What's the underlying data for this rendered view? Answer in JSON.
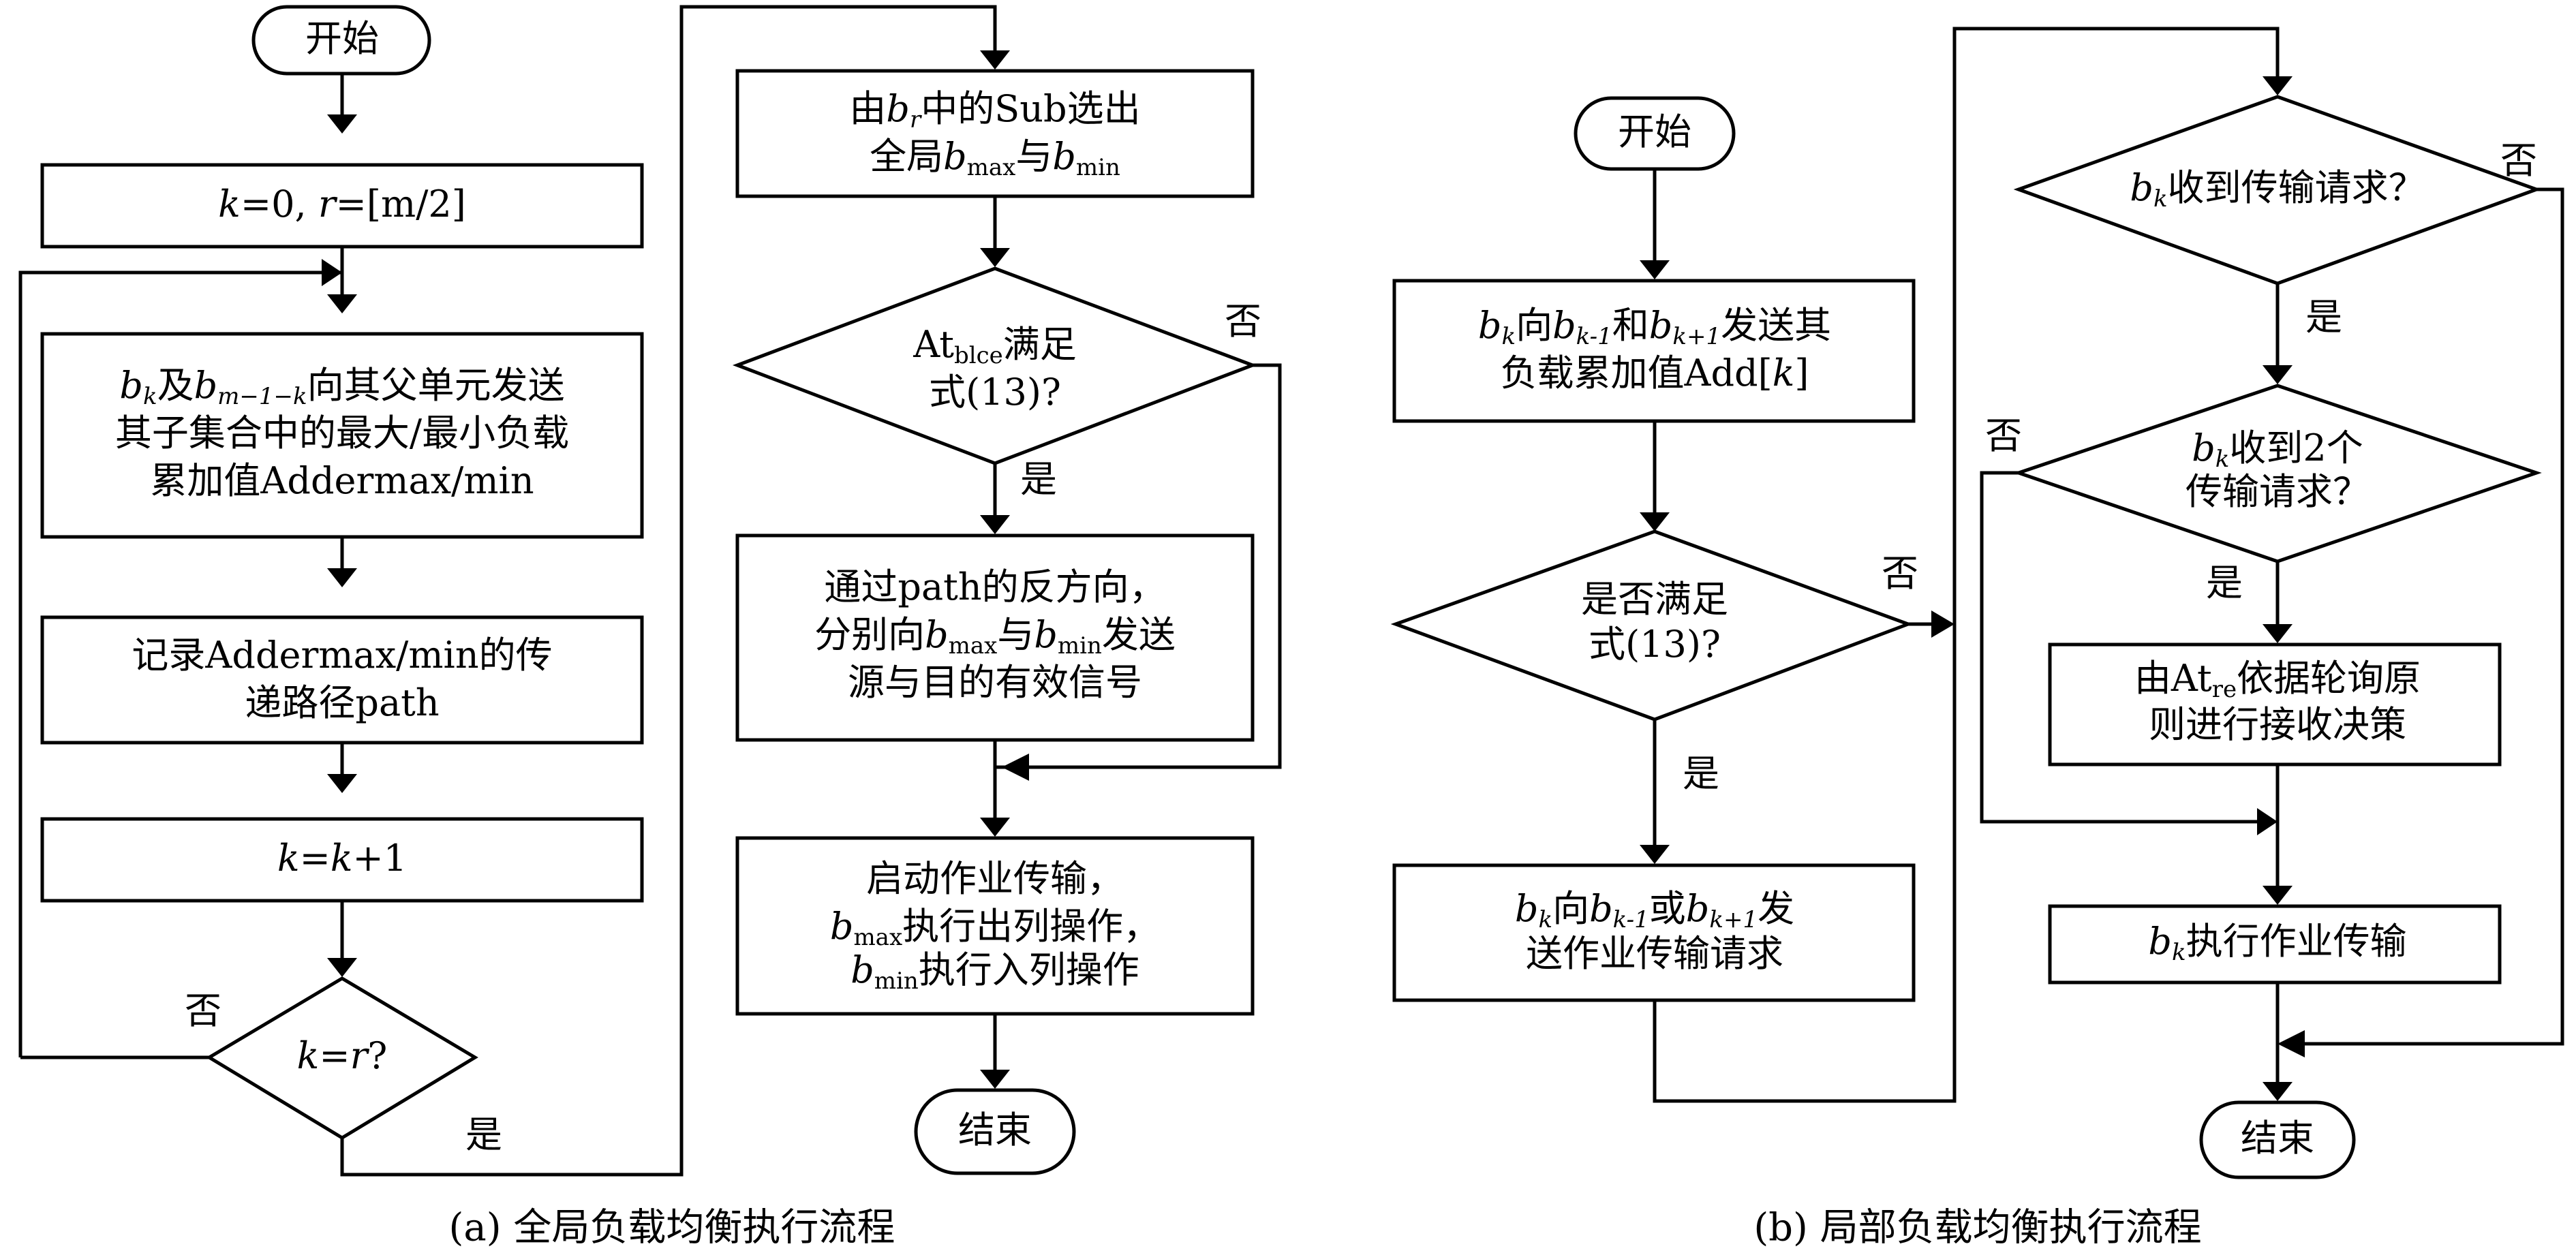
{
  "panel_a": {
    "caption": "(a) 全局负载均衡执行流程",
    "start": "开始",
    "init": {
      "k": "k",
      "eq0": "=0, ",
      "r": "r",
      "eqm": "=[m/2]"
    },
    "send": {
      "b1": "b",
      "k1": "k",
      "and": "及",
      "b2": "b",
      "m1k": "m−1−k",
      "rest1": "向其父单元发送",
      "line2": "其子集合中的最大/最小负载",
      "line3": "累加值Addermax/min"
    },
    "record": {
      "line1": "记录Addermax/min的传",
      "line2": "递路径path"
    },
    "incr": {
      "k1": "k",
      "eq": "=",
      "k2": "k",
      "plus": "+1"
    },
    "check": {
      "k": "k",
      "eq": "=",
      "r": "r",
      "q": "?"
    },
    "no_label": "否",
    "yes_label": "是",
    "select": {
      "pre": "由",
      "b": "b",
      "r": "r",
      "mid": "中的Sub选出",
      "line2a": "全局",
      "b2": "b",
      "max": "max",
      "and": "与",
      "b3": "b",
      "min": "min"
    },
    "cond": {
      "at": "At",
      "blce": "blce",
      "rest": "满足",
      "line2": "式(13)?"
    },
    "cond_no": "否",
    "cond_yes": "是",
    "signal": {
      "line1": "通过path的反方向，",
      "pre2": "分别向",
      "b1": "b",
      "max": "max",
      "and": "与",
      "b2": "b",
      "min": "min",
      "post2": "发送",
      "line3": "源与目的有效信号"
    },
    "launch": {
      "line1": "启动作业传输，",
      "b1": "b",
      "max": "max",
      "rest2": "执行出列操作，",
      "b2": "b",
      "min": "min",
      "rest3": "执行入列操作"
    },
    "end": "结束"
  },
  "panel_b": {
    "caption": "(b) 局部负载均衡执行流程",
    "start": "开始",
    "send": {
      "b1": "b",
      "k1": "k",
      "to": "向",
      "b2": "b",
      "km1": "k-1",
      "and": "和",
      "b3": "b",
      "kp1": "k+1",
      "rest": "发送其",
      "line2a": "负载累加值Add[",
      "k": "k",
      "line2b": "]"
    },
    "cond": {
      "line1": "是否满足",
      "line2": "式(13)?"
    },
    "cond_no": "否",
    "cond_yes": "是",
    "request": {
      "b1": "b",
      "k1": "k",
      "to": "向",
      "b2": "b",
      "km1": "k-1",
      "or": "或",
      "b3": "b",
      "kp1": "k+1",
      "rest": "发",
      "line2": "送作业传输请求"
    },
    "recv": {
      "b": "b",
      "k": "k",
      "rest": "收到传输请求？"
    },
    "recv_no": "否",
    "recv_yes": "是",
    "two": {
      "b": "b",
      "k": "k",
      "rest": "收到2个",
      "line2": "传输请求？"
    },
    "two_no": "否",
    "two_yes": "是",
    "decide": {
      "pre": "由At",
      "re": "re",
      "rest": "依据轮询原",
      "line2": "则进行接收决策"
    },
    "exec": {
      "b": "b",
      "k": "k",
      "rest": "执行作业传输"
    },
    "end": "结束"
  }
}
